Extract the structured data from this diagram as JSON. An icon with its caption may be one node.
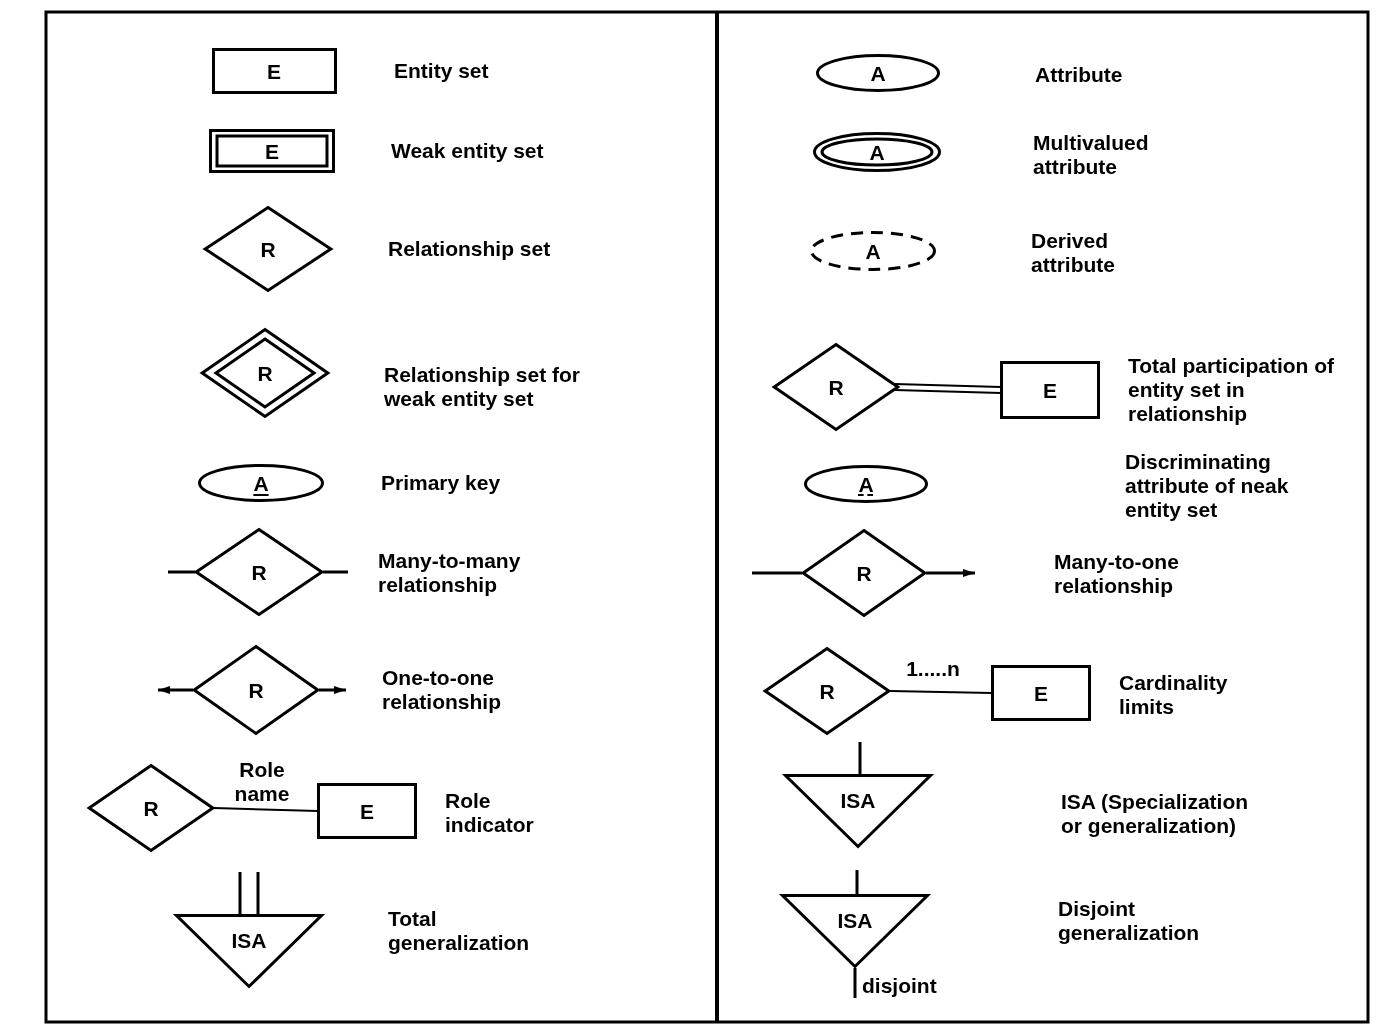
{
  "diagram": {
    "nodes": [
      {
        "text": [
          "E"
        ]
      },
      {
        "text": [
          "E"
        ]
      },
      {
        "text": [
          "R"
        ]
      },
      {
        "text": [
          "R"
        ]
      },
      {
        "text": [
          "A"
        ]
      },
      {
        "text": [
          "R"
        ]
      },
      {
        "text": [
          "R"
        ]
      },
      {
        "text": [
          "R"
        ]
      },
      {
        "text": [
          "E"
        ]
      },
      {
        "text": [
          "ISA"
        ]
      },
      {
        "text": [
          "A"
        ]
      },
      {
        "text": [
          "A"
        ]
      },
      {
        "text": [
          "A"
        ]
      },
      {
        "text": [
          "R"
        ]
      },
      {
        "text": [
          "E"
        ]
      },
      {
        "text": [
          "A"
        ]
      },
      {
        "text": [
          "R"
        ]
      },
      {
        "text": [
          "R"
        ]
      },
      {
        "text": [
          "E"
        ]
      },
      {
        "text": [
          "ISA"
        ]
      },
      {
        "text": [
          "ISA"
        ]
      }
    ],
    "edges": [
      {
        "from": null,
        "to": 5,
        "arrow": "none"
      },
      {
        "from": 5,
        "to": null,
        "arrow": "none"
      },
      {
        "from": 6,
        "to": null,
        "arrow": "to"
      },
      {
        "from": 6,
        "to": null,
        "arrow": "to"
      },
      {
        "from": 7,
        "to": 8,
        "arrow": "none",
        "label": "Role name"
      },
      {
        "from": null,
        "to": 9,
        "arrow": "none"
      },
      {
        "from": null,
        "to": 9,
        "arrow": "none"
      },
      {
        "from": 13,
        "to": 14,
        "arrow": "none"
      },
      {
        "from": 13,
        "to": 14,
        "arrow": "none"
      },
      {
        "from": null,
        "to": 16,
        "arrow": "none"
      },
      {
        "from": 16,
        "to": null,
        "arrow": "to"
      },
      {
        "from": 17,
        "to": 18,
        "arrow": "none",
        "label": "1.....n"
      },
      {
        "from": null,
        "to": 19,
        "arrow": "none"
      },
      {
        "from": null,
        "to": 20,
        "arrow": "none"
      },
      {
        "from": 20,
        "to": null,
        "arrow": "none",
        "label": "disjoint"
      }
    ],
    "labels": [
      "Entity set",
      "Weak entity set",
      "Relationship set",
      "Relationship set for weak entity set",
      "Primary key",
      "Many-to-many relationship",
      "One-to-one relationship",
      "Role indicator",
      "Total generalization",
      "Attribute",
      "Multivalued attribute",
      "Derived attribute",
      "Total participation of entity set in relationship",
      "Discriminating attribute of neak entity set",
      "Many-to-one relationship",
      "Cardinality limits",
      "ISA (Specialization or generalization)",
      "Disjoint generalization"
    ]
  }
}
